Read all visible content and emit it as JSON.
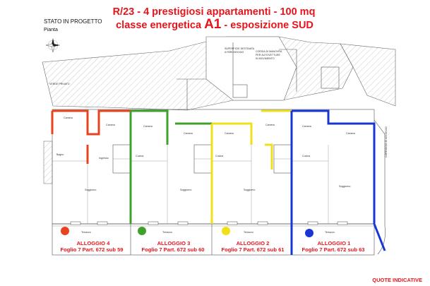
{
  "title": {
    "line1": "R/23 - 4 prestigiosi appartamenti - 100 mq",
    "line2_pre": "classe energetica ",
    "line2_class": "A1",
    "line2_post": " - esposizione SUD"
  },
  "stamp": {
    "status": "STATO IN PROGETTO",
    "label": "Pianta"
  },
  "colors": {
    "title": "#e8141c",
    "alloggio_4": "#e8421f",
    "alloggio_3": "#3fa12b",
    "alloggio_2": "#f0e01a",
    "alloggio_1": "#1a35d6"
  },
  "units": [
    {
      "id": "alloggio-4",
      "name": "ALLOGGIO 4",
      "ref": "Foglio 7 Part. 672 sub 59",
      "color": "#e8421f"
    },
    {
      "id": "alloggio-3",
      "name": "ALLOGGIO 3",
      "ref": "Foglio 7 Part. 672 sub 60",
      "color": "#3fa12b"
    },
    {
      "id": "alloggio-2",
      "name": "ALLOGGIO 2",
      "ref": "Foglio 7 Part. 672 sub 61",
      "color": "#f0e01a"
    },
    {
      "id": "alloggio-1",
      "name": "ALLOGGIO 1",
      "ref": "Foglio 7 Part. 672 sub 63",
      "color": "#1a35d6"
    }
  ],
  "rooms": {
    "terrace": "Terrazzo",
    "living": "Soggiorno",
    "kitchen": "Cucina",
    "bedroom": "Camera",
    "bath": "Bagno",
    "hall": "Ingresso"
  },
  "footer": {
    "note": "QUOTE INDICATIVE"
  }
}
